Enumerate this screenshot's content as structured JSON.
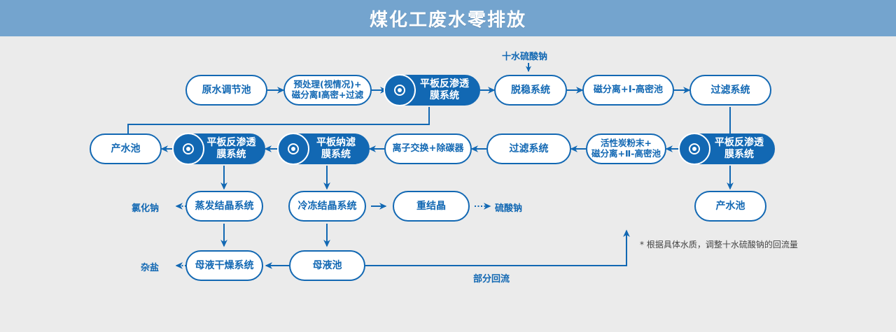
{
  "header": {
    "title": "煤化工废水零排放"
  },
  "colors": {
    "header_bg": "#74a4ce",
    "page_bg": "#ebebeb",
    "accent": "#1268b3",
    "node_fill": "#ffffff",
    "node_fill_active": "#1268b3",
    "note_text": "#444444"
  },
  "nodes": {
    "raw_water_tank": {
      "label": "原水调节池"
    },
    "pretreatment": {
      "label": "预处理(视情况)+\n磁分离Ⅰ高密+过滤"
    },
    "ro_membrane_1": {
      "label": "平板反渗透\n膜系统"
    },
    "destabilize": {
      "label": "脱稳系统"
    },
    "mag_sep_1": {
      "label": "磁分离+Ⅰ-高密池"
    },
    "filter_1": {
      "label": "过滤系统"
    },
    "product_water_1": {
      "label": "产水池"
    },
    "ro_membrane_2": {
      "label": "平板反渗透\n膜系统"
    },
    "nf_membrane": {
      "label": "平板纳滤\n膜系统"
    },
    "ion_exchange": {
      "label": "离子交换+除碳器"
    },
    "filter_2": {
      "label": "过滤系统"
    },
    "carbon_mag_sep_2": {
      "label": "活性炭粉末+\n磁分离+Ⅱ-高密池"
    },
    "ro_membrane_3": {
      "label": "平板反渗透\n膜系统"
    },
    "evap_crystal": {
      "label": "蒸发结晶系统"
    },
    "freeze_crystal": {
      "label": "冷冻结晶系统"
    },
    "recrystal": {
      "label": "重结晶"
    },
    "product_water_2": {
      "label": "产水池"
    },
    "mother_dry": {
      "label": "母液干燥系统"
    },
    "mother_tank": {
      "label": "母液池"
    }
  },
  "labels": {
    "glaubers_salt": "十水硫酸钠",
    "sodium_chloride": "氯化钠",
    "sodium_sulfate": "硫酸钠",
    "mixed_salt": "杂盐",
    "partial_reflux": "部分回流"
  },
  "notes": {
    "footnote": "* 根据具体水质，调整十水硫酸钠的回流量"
  }
}
